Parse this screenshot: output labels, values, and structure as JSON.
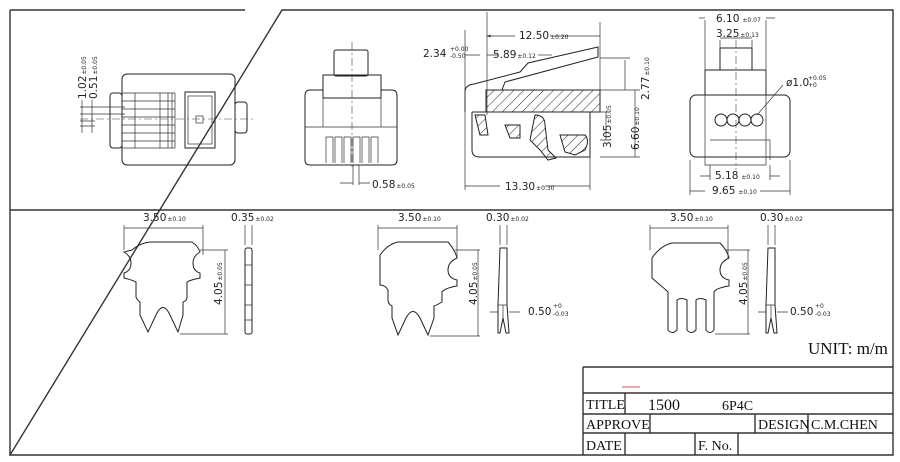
{
  "drawing": {
    "top_row": {
      "top_view": {
        "dim_1": {
          "value": "1.02",
          "tol": "±0.05"
        },
        "dim_2": {
          "value": "0.51",
          "tol": "±0.05"
        }
      },
      "front_view": {
        "pin_width": {
          "value": "0.58",
          "tol": "±0.05"
        }
      },
      "side_view": {
        "length": {
          "value": "12.50",
          "tol": "±0.20"
        },
        "latch_offset": {
          "value": "2.34",
          "tol_upper": "+0.00",
          "tol_lower": "-0.50"
        },
        "latch_length": {
          "value": "5.89",
          "tol": "±0.12"
        },
        "latch_height": {
          "value": "2.77",
          "tol": "±0.10"
        },
        "inner_height": {
          "value": "3.05",
          "tol": "±0.05"
        },
        "body_height": {
          "value": "6.60",
          "tol": "±0.10"
        },
        "total_length": {
          "value": "13.30",
          "tol": "±0.30"
        }
      },
      "end_view": {
        "shoulder_width": {
          "value": "6.10",
          "tol": "±0.07"
        },
        "latch_width": {
          "value": "3.25",
          "tol": "±0.13"
        },
        "wire_dia": {
          "value": "ø1.0",
          "tol_upper": "+0.05",
          "tol_lower": "+0"
        },
        "inner_width": {
          "value": "5.18",
          "tol": "±0.10"
        },
        "body_width": {
          "value": "9.65",
          "tol": "±0.10"
        }
      }
    },
    "contacts": [
      {
        "width": {
          "value": "3.50",
          "tol": "±0.10"
        },
        "thickness": {
          "value": "0.35",
          "tol": "±0.02"
        },
        "height": {
          "value": "4.05",
          "tol": "±0.05"
        }
      },
      {
        "width": {
          "value": "3.50",
          "tol": "±0.10"
        },
        "thickness": {
          "value": "0.30",
          "tol": "±0.02"
        },
        "height": {
          "value": "4.05",
          "tol": "±0.05"
        },
        "tip": {
          "value": "0.50",
          "tol_upper": "+0",
          "tol_lower": "-0.03"
        }
      },
      {
        "width": {
          "value": "3.50",
          "tol": "±0.10"
        },
        "thickness": {
          "value": "0.30",
          "tol": "±0.02"
        },
        "height": {
          "value": "4.05",
          "tol": "±0.05"
        },
        "tip": {
          "value": "0.50",
          "tol_upper": "+0",
          "tol_lower": "-0.03"
        }
      }
    ],
    "unit": "UNIT: m/m"
  },
  "title_block": {
    "title_label": "TITLE",
    "title_value_1": "1500",
    "title_value_2": "6P4C",
    "approve_label": "APPROVE",
    "design_label": "DESIGN",
    "design_value": "C.M.CHEN",
    "date_label": "DATE",
    "fno_label": "F. No."
  }
}
